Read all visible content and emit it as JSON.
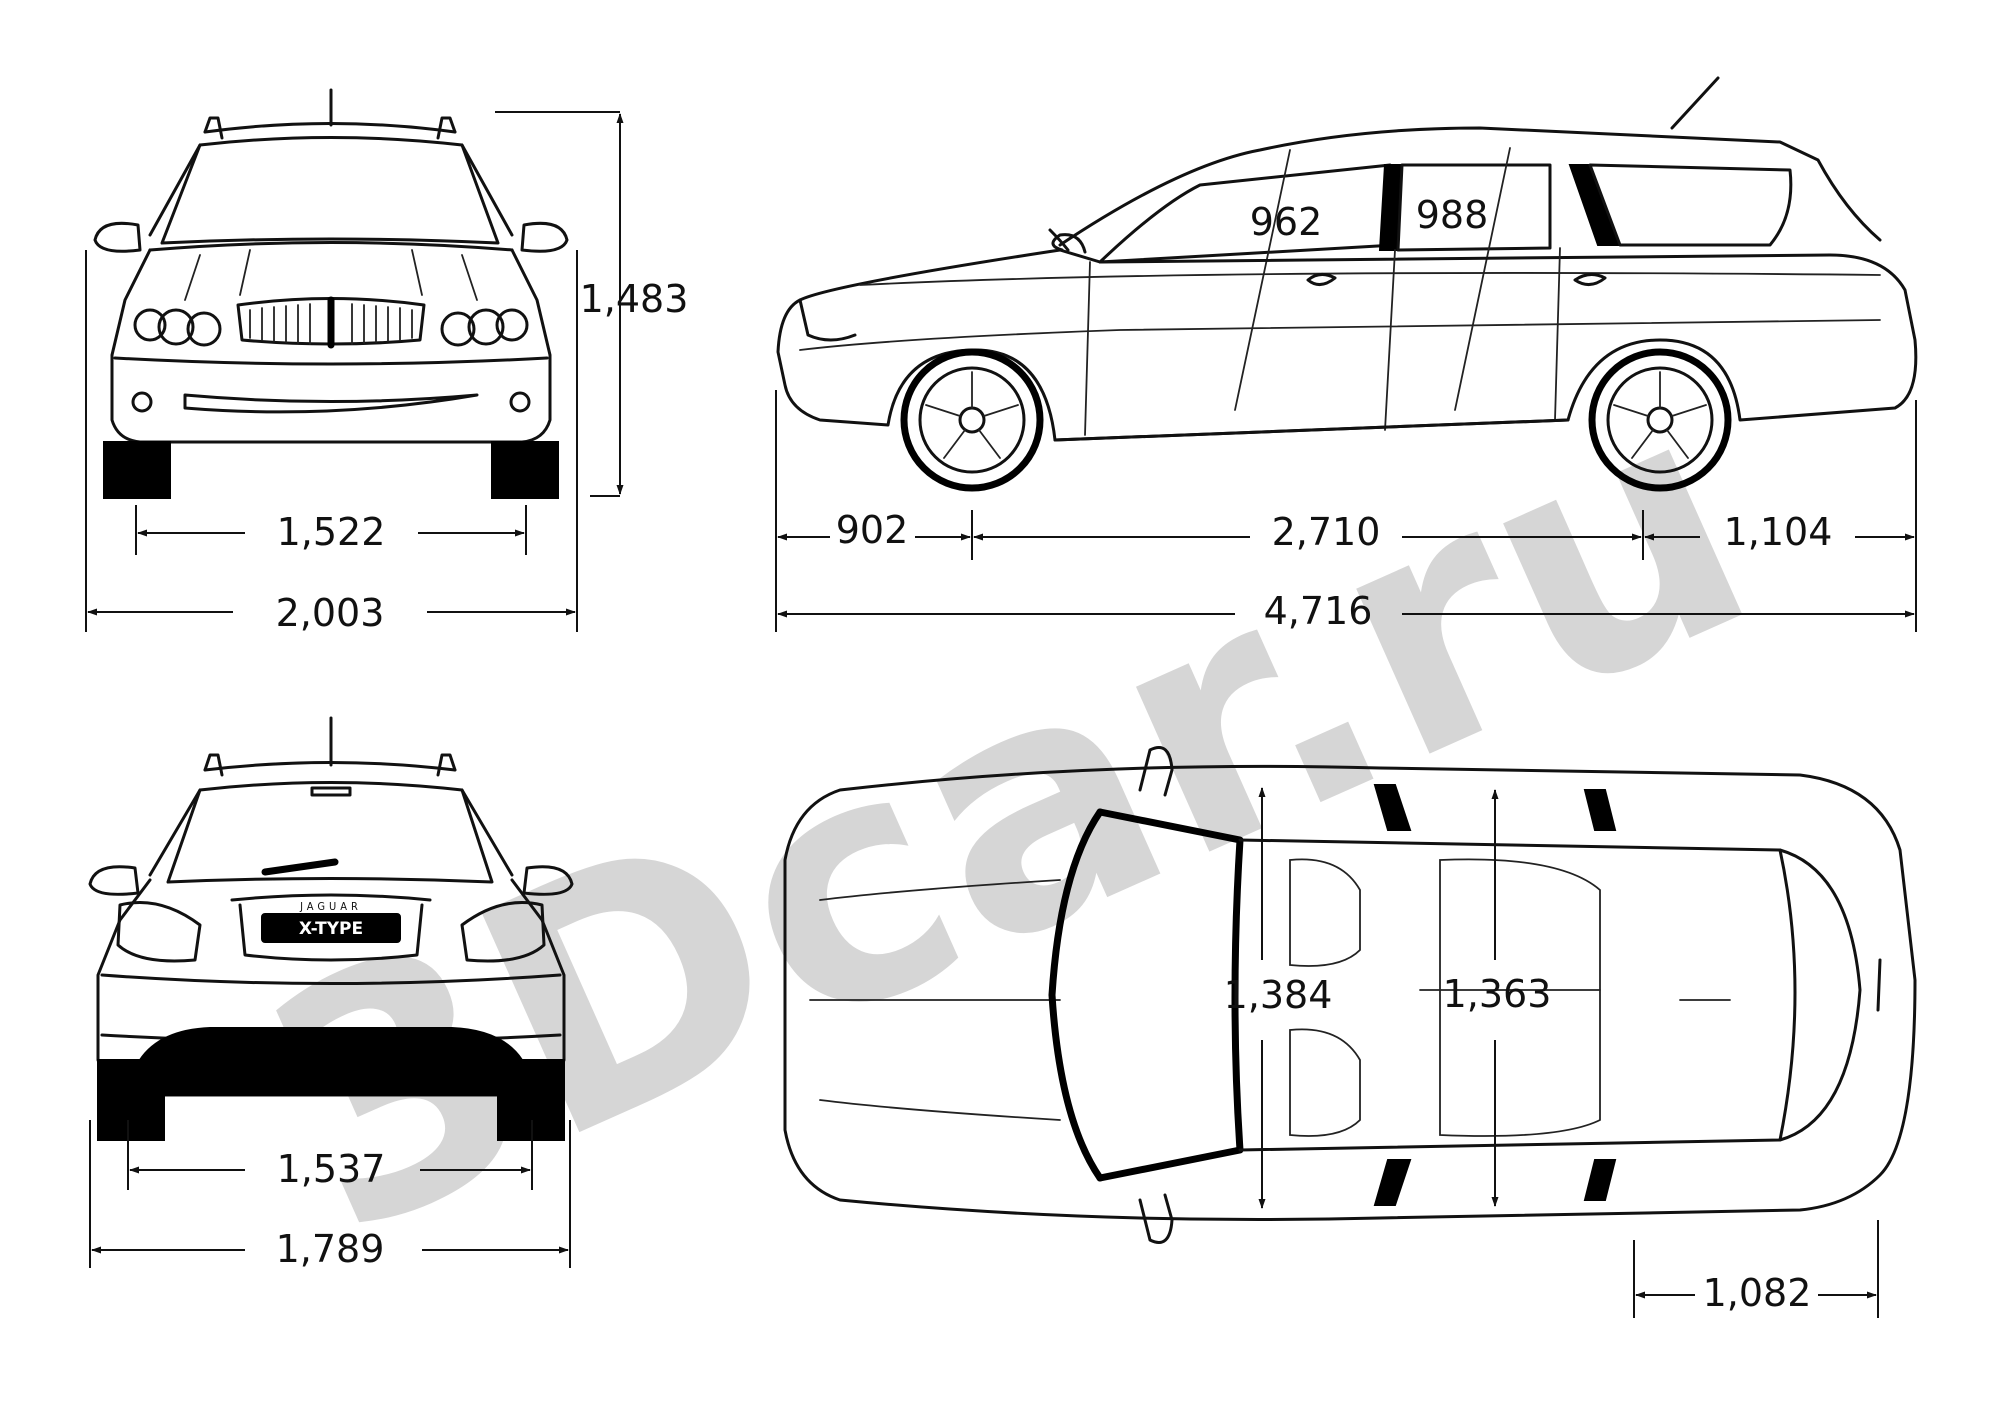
{
  "watermark": "3Dcar.ru",
  "plate": {
    "brand": "JAGUAR",
    "model": "X-TYPE"
  },
  "dimensions": {
    "front_height": "1,483",
    "front_track": "1,522",
    "front_width": "2,003",
    "front_overhang": "902",
    "wheelbase": "2,710",
    "rear_overhang": "1,104",
    "length": "4,716",
    "front_headroom": "962",
    "rear_headroom": "988",
    "rear_track": "1,537",
    "rear_width": "1,789",
    "front_interior_width": "1,384",
    "rear_interior_width": "1,363",
    "load_length": "1,082"
  },
  "colors": {
    "line": "#111111",
    "watermark": "#d6d6d6",
    "background": "#ffffff"
  }
}
